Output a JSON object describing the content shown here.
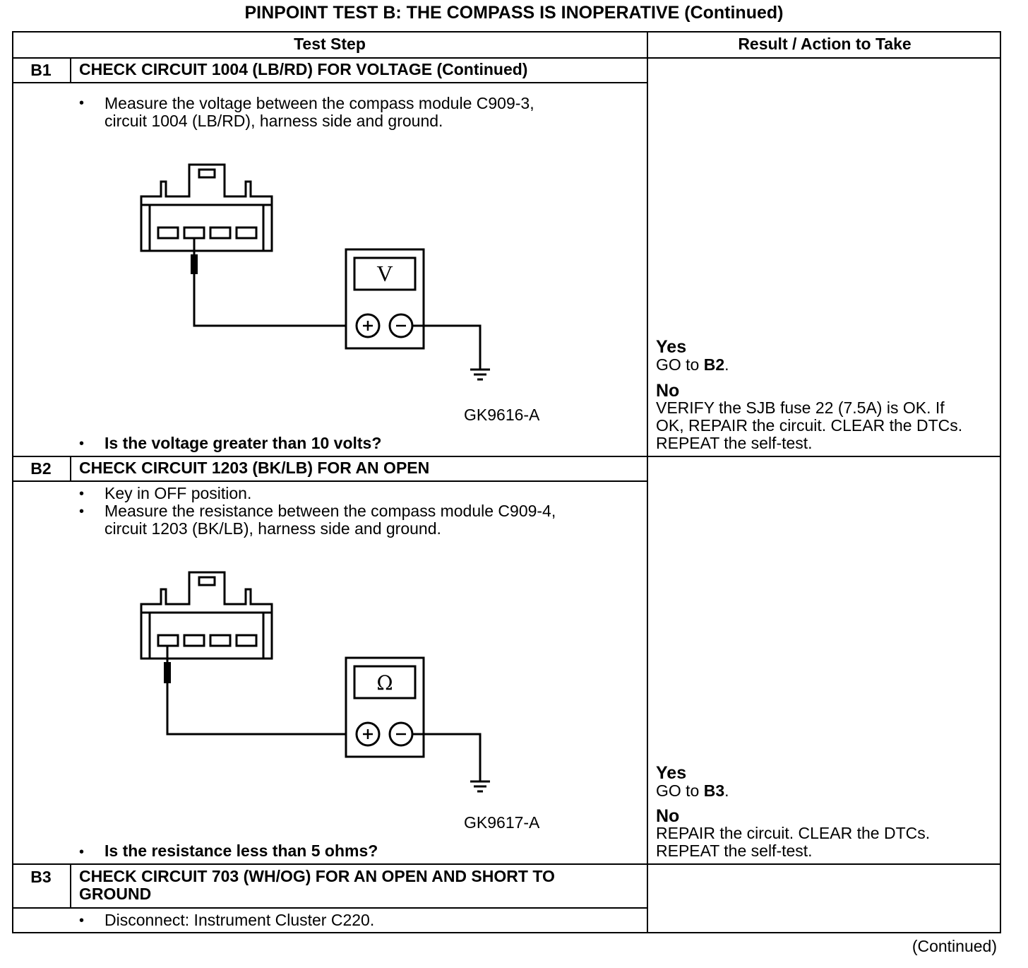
{
  "title": "PINPOINT TEST B: THE COMPASS IS INOPERATIVE (Continued)",
  "columns": {
    "test_step": "Test Step",
    "result": "Result / Action to Take"
  },
  "steps": [
    {
      "id": "B1",
      "heading": "CHECK CIRCUIT 1004 (LB/RD) FOR VOLTAGE (Continued)",
      "bullets": [
        "Measure the voltage between the compass module C909-3,",
        "circuit 1004 (LB/RD), harness side and ground."
      ],
      "meter_symbol": "V",
      "figure_id": "GK9616-A",
      "question": "Is the voltage greater than 10 volts?",
      "yes_label": "Yes",
      "yes_text_pre": "GO to ",
      "yes_target": "B2",
      "yes_text_post": ".",
      "no_label": "No",
      "no_lines": [
        "VERIFY the SJB fuse 22 (7.5A) is OK. If",
        "OK, REPAIR the circuit. CLEAR the DTCs.",
        "REPEAT the self-test."
      ]
    },
    {
      "id": "B2",
      "heading": "CHECK CIRCUIT 1203 (BK/LB) FOR AN OPEN",
      "bullets": [
        "Key in OFF position.",
        "Measure the resistance between the compass module C909-4,",
        "circuit 1203 (BK/LB), harness side and ground."
      ],
      "meter_symbol": "Ω",
      "figure_id": "GK9617-A",
      "question": "Is the resistance less than 5 ohms?",
      "yes_label": "Yes",
      "yes_text_pre": "GO to ",
      "yes_target": "B3",
      "yes_text_post": ".",
      "no_label": "No",
      "no_lines": [
        "REPAIR the circuit. CLEAR the DTCs.",
        "REPEAT the self-test."
      ]
    },
    {
      "id": "B3",
      "heading_lines": [
        "CHECK CIRCUIT 703 (WH/OG) FOR AN OPEN AND SHORT TO",
        "GROUND"
      ],
      "bullets": [
        "Disconnect: Instrument Cluster C220."
      ]
    }
  ],
  "footer": "(Continued)"
}
